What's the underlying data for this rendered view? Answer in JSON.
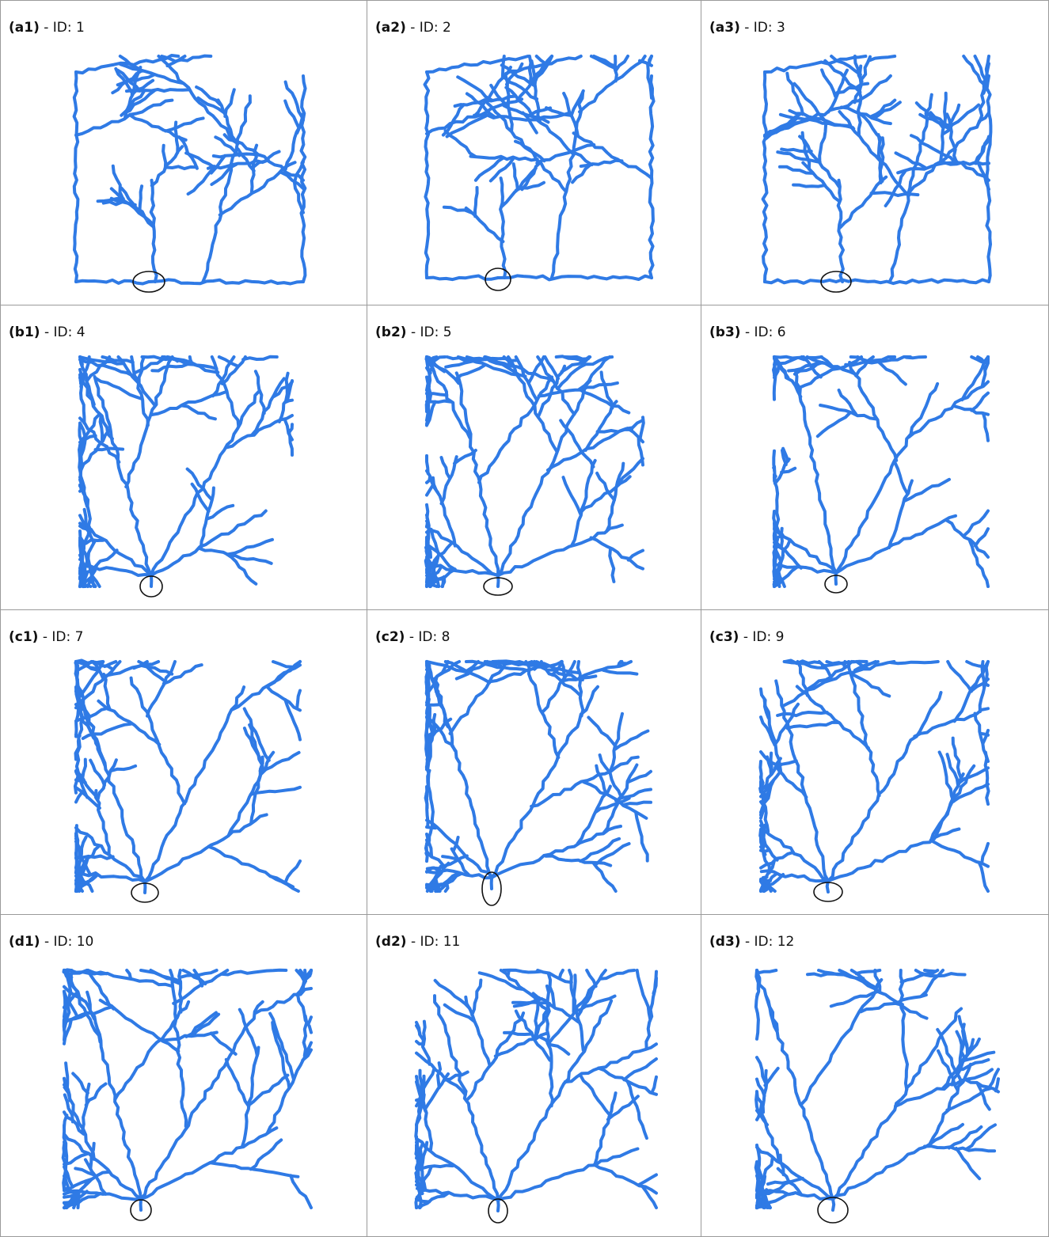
{
  "colors": {
    "network": "#2f7ae5",
    "outlet_marker": "#111111",
    "grid_line": "#9a9a9a"
  },
  "panels": [
    {
      "tag": "(a1)",
      "id_text": "- ID: 1",
      "variant": "perimeter"
    },
    {
      "tag": "(a2)",
      "id_text": "- ID: 2",
      "variant": "perimeter"
    },
    {
      "tag": "(a3)",
      "id_text": "- ID: 3",
      "variant": "perimeter"
    },
    {
      "tag": "(b1)",
      "id_text": "- ID: 4",
      "variant": "tree"
    },
    {
      "tag": "(b2)",
      "id_text": "- ID: 5",
      "variant": "tree"
    },
    {
      "tag": "(b3)",
      "id_text": "- ID: 6",
      "variant": "tree"
    },
    {
      "tag": "(c1)",
      "id_text": "- ID: 7",
      "variant": "tree"
    },
    {
      "tag": "(c2)",
      "id_text": "- ID: 8",
      "variant": "tree"
    },
    {
      "tag": "(c3)",
      "id_text": "- ID: 9",
      "variant": "tree"
    },
    {
      "tag": "(d1)",
      "id_text": "- ID: 10",
      "variant": "tree"
    },
    {
      "tag": "(d2)",
      "id_text": "- ID: 11",
      "variant": "tree"
    },
    {
      "tag": "(d3)",
      "id_text": "- ID: 12",
      "variant": "tree"
    }
  ]
}
